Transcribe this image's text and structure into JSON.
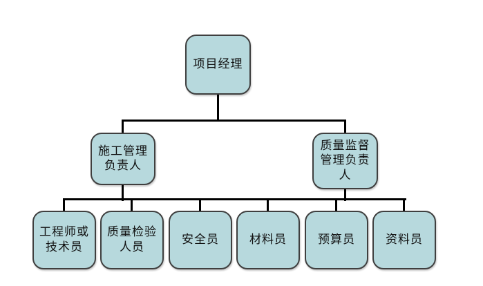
{
  "org_chart": {
    "background": "#ffffff",
    "node_style": {
      "fill": "#b7d9dd",
      "border": "#3f3f3f",
      "text": "#111111"
    },
    "connector_color": "#000000",
    "nodes": [
      {
        "id": "project-manager",
        "label": "项目经理"
      },
      {
        "id": "construction-management-leader",
        "label": "施工管理\n负责人"
      },
      {
        "id": "quality-supervision-management-leader",
        "label": "质量监督\n管理负责\n人"
      },
      {
        "id": "engineer-or-technician",
        "label": "工程师或\n技术员"
      },
      {
        "id": "quality-inspection-staff",
        "label": "质量检验\n人员"
      },
      {
        "id": "safety-officer",
        "label": "安全员"
      },
      {
        "id": "material-officer",
        "label": "材料员"
      },
      {
        "id": "budget-officer",
        "label": "预算员"
      },
      {
        "id": "document-officer",
        "label": "资料员"
      }
    ],
    "edges": [
      {
        "from": "project-manager",
        "to": [
          "construction-management-leader",
          "quality-supervision-management-leader"
        ]
      },
      {
        "from": [
          "construction-management-leader",
          "quality-supervision-management-leader"
        ],
        "to": [
          "engineer-or-technician",
          "quality-inspection-staff",
          "safety-officer",
          "material-officer",
          "budget-officer",
          "document-officer"
        ]
      }
    ]
  }
}
